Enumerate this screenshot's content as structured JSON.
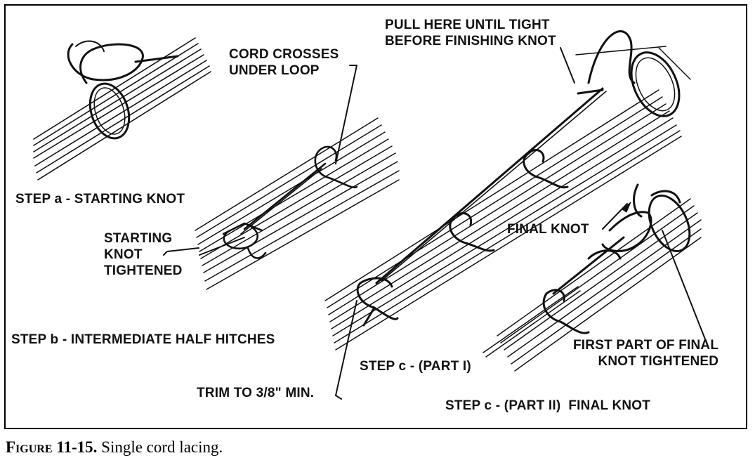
{
  "labels": {
    "step_a": "STEP a - STARTING KNOT",
    "cord_crosses": "CORD CROSSES\nUNDER LOOP",
    "starting_knot": "STARTING\nKNOT\nTIGHTENED",
    "step_b": "STEP b - INTERMEDIATE HALF HITCHES",
    "trim": "TRIM TO 3/8\" MIN.",
    "pull_here": "PULL HERE UNTIL TIGHT\nBEFORE FINISHING KNOT",
    "final_knot": "FINAL KNOT",
    "step_c1": "STEP c - (PART I)",
    "first_part": "FIRST PART OF FINAL\nKNOT TIGHTENED",
    "step_c2": "STEP c - (PART II)  FINAL KNOT"
  },
  "caption": {
    "figure_number": "Figure 11-15.",
    "text": " Single cord lacing."
  }
}
